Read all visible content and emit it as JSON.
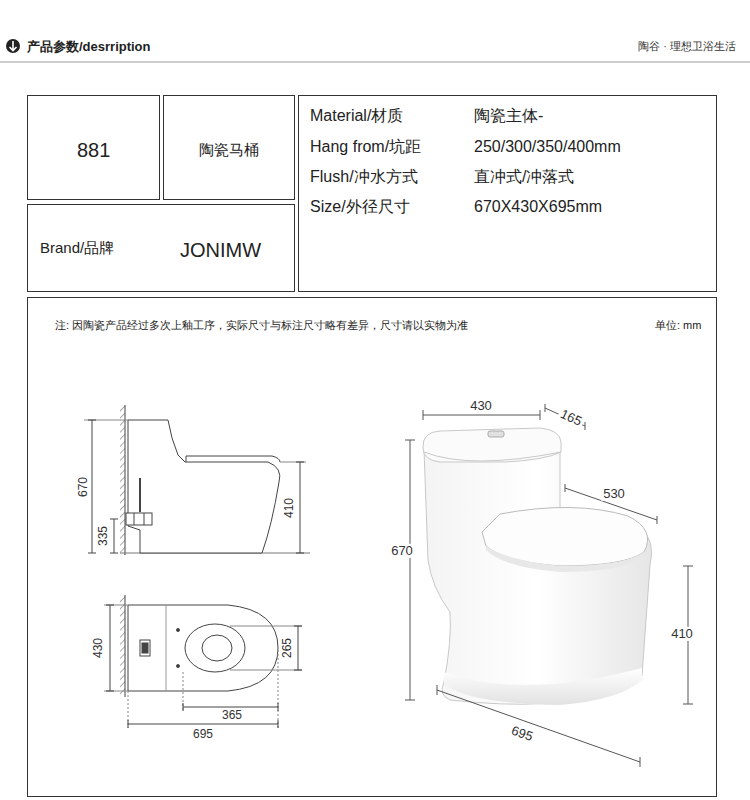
{
  "diagram": {
    "title": "产品参数/desrription",
    "nodes": [
      {
        "text": [
          "881"
        ]
      },
      {
        "text": [
          "陶瓷马桶"
        ]
      },
      {
        "text": [
          "Brand/品牌",
          "JONIMW"
        ]
      },
      {
        "text": [
          "Material/材质",
          "陶瓷主体-",
          "Hang from/坑距",
          "250/300/350/400mm",
          "Flush/冲水方式",
          "直冲式/冲落式",
          "Size/外径尺寸",
          "670X430X695mm"
        ]
      },
      {
        "text": [
          "注: 因陶瓷产品经过多次上釉工序，实际尺寸与标注尺寸略有差异，尺寸请以实物为准",
          "单位: mm"
        ]
      }
    ],
    "labels": [
      "陶谷 · 理想卫浴生活",
      "670",
      "335",
      "410",
      "430",
      "265",
      "365",
      "695",
      "430",
      "165",
      "530",
      "670",
      "410",
      "695"
    ]
  }
}
